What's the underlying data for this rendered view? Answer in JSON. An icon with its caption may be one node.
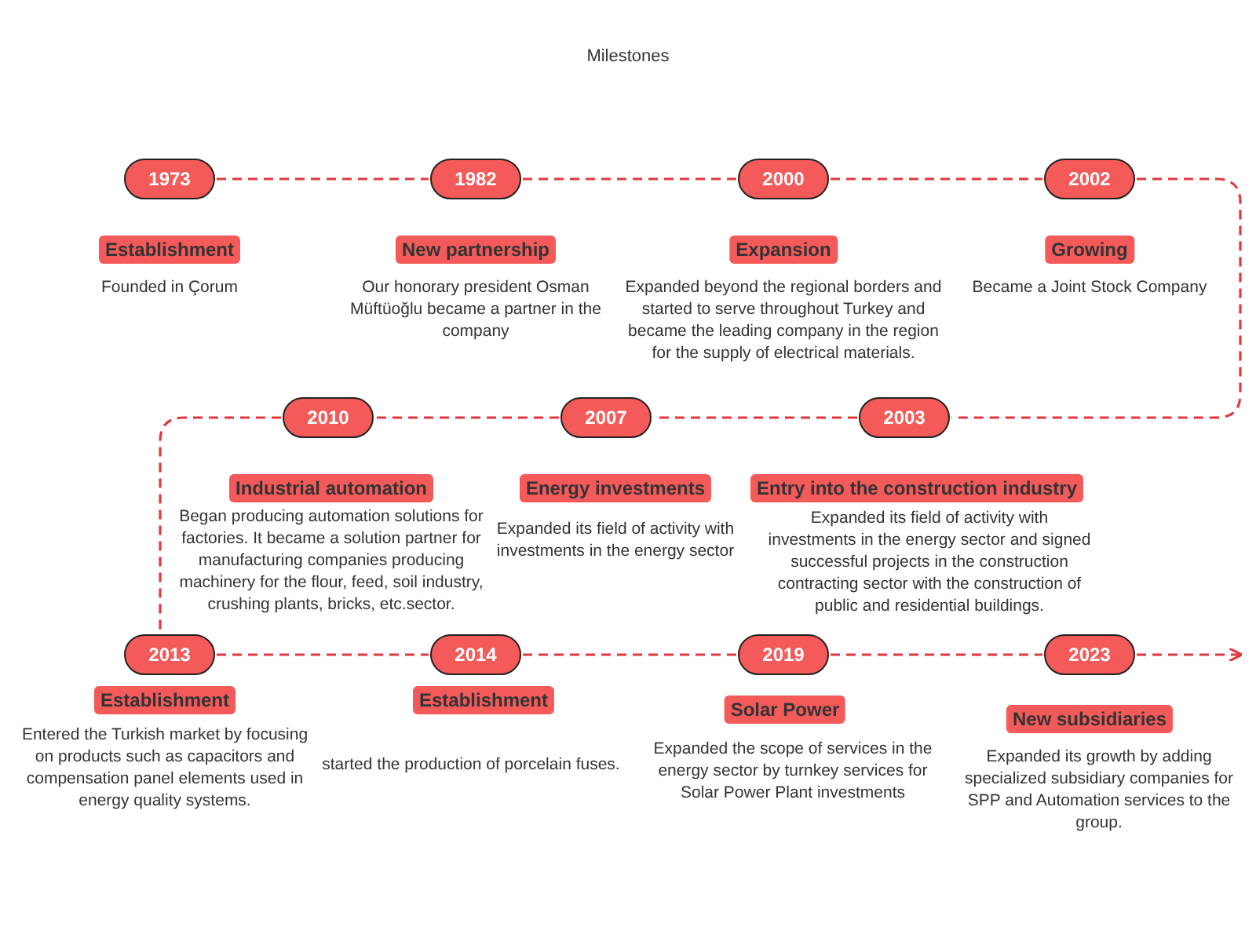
{
  "diagram": {
    "title": "Milestones",
    "nodes": [
      {
        "text": [
          "1973"
        ]
      },
      {
        "text": [
          "Establishment"
        ],
        "beside": [
          "Founded in Çorum"
        ]
      },
      {
        "text": [
          "1982"
        ]
      },
      {
        "text": [
          "New partnership"
        ],
        "beside": [
          "Our honorary president Osman Müftüoğlu became a partner in the company"
        ]
      },
      {
        "text": [
          "2000"
        ]
      },
      {
        "text": [
          "Expansion"
        ],
        "beside": [
          "Expanded beyond the regional borders and started to serve throughout Turkey and became the leading company in the region for the supply of electrical materials."
        ]
      },
      {
        "text": [
          "2002"
        ]
      },
      {
        "text": [
          "Growing"
        ],
        "beside": [
          "Became a Joint Stock Company"
        ]
      },
      {
        "text": [
          "2003"
        ]
      },
      {
        "text": [
          "Entry into the construction industry"
        ],
        "beside": [
          "Expanded its field of activity with investments in the energy sector and signed successful projects in the construction contracting sector with the construction of public and residential buildings."
        ]
      },
      {
        "text": [
          "2007"
        ]
      },
      {
        "text": [
          "Energy investments"
        ],
        "beside": [
          "Expanded its field of activity with investments in the energy sector"
        ]
      },
      {
        "text": [
          "2010"
        ]
      },
      {
        "text": [
          "Industrial automation"
        ],
        "beside": [
          "Began producing automation solutions for factories. It became a solution partner for manufacturing companies producing machinery for the flour, feed, soil industry, crushing plants, bricks, etc.sector."
        ]
      },
      {
        "text": [
          "2013"
        ]
      },
      {
        "text": [
          "Establishment"
        ],
        "beside": [
          "Entered the Turkish market by focusing on products such as capacitors and compensation panel elements used in energy quality systems."
        ]
      },
      {
        "text": [
          "2014"
        ]
      },
      {
        "text": [
          "Establishment"
        ],
        "beside": [
          "started the production of porcelain fuses."
        ]
      },
      {
        "text": [
          "2019"
        ]
      },
      {
        "text": [
          "Solar Power"
        ],
        "beside": [
          "Expanded the scope of services in the energy sector by turnkey services for Solar Power Plant investments"
        ]
      },
      {
        "text": [
          "2023"
        ]
      },
      {
        "text": [
          "New subsidiaries"
        ],
        "beside": [
          "Expanded its growth by adding specialized subsidiary companies for SPP and Automation services to the group."
        ]
      }
    ],
    "edges": [
      {
        "from": 0,
        "to": 2,
        "arrow": "none",
        "style": "dashed"
      },
      {
        "from": 2,
        "to": 4,
        "arrow": "none",
        "style": "dashed"
      },
      {
        "from": 4,
        "to": 6,
        "arrow": "none",
        "style": "dashed"
      },
      {
        "from": 6,
        "to": 8,
        "arrow": "none",
        "style": "dashed"
      },
      {
        "from": 8,
        "to": 10,
        "arrow": "none",
        "style": "dashed"
      },
      {
        "from": 10,
        "to": 12,
        "arrow": "none",
        "style": "dashed"
      },
      {
        "from": 12,
        "to": 14,
        "arrow": "none",
        "style": "dashed"
      },
      {
        "from": 14,
        "to": 16,
        "arrow": "none",
        "style": "dashed"
      },
      {
        "from": 16,
        "to": 18,
        "arrow": "none",
        "style": "dashed"
      },
      {
        "from": 18,
        "to": 20,
        "arrow": "none",
        "style": "dashed"
      },
      {
        "from": 20,
        "to": null,
        "arrow": "to",
        "style": "dashed"
      }
    ]
  }
}
